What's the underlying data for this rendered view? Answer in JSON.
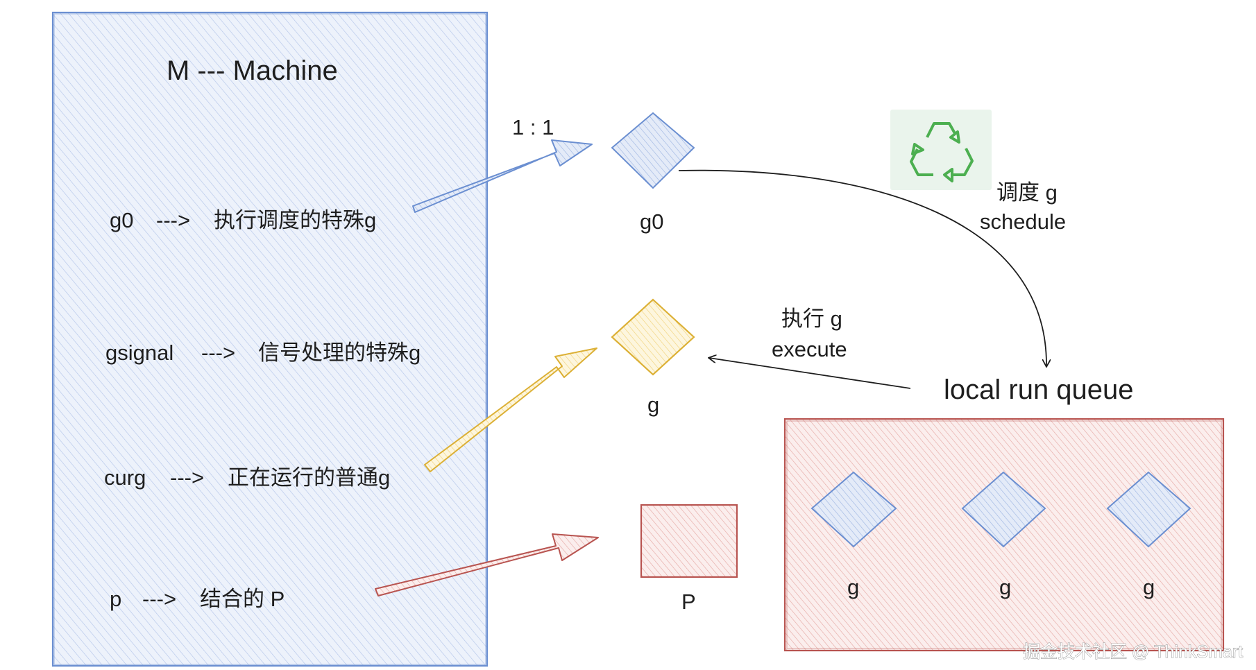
{
  "m_box": {
    "title": "M --- Machine",
    "fields": [
      {
        "name": "g0",
        "desc": "执行调度的特殊g"
      },
      {
        "name": "gsignal",
        "desc": "信号处理的特殊g"
      },
      {
        "name": "curg",
        "desc": "正在运行的普通g"
      },
      {
        "name": "p",
        "desc": "结合的 P"
      }
    ],
    "arrow_text": "--->"
  },
  "ratio_label": "1 : 1",
  "g0_label": "g0",
  "g_label": "g",
  "p_label": "P",
  "schedule": {
    "zh": "调度 g",
    "en": "schedule"
  },
  "execute": {
    "zh": "执行 g",
    "en": "execute"
  },
  "queue": {
    "title": "local run queue",
    "items": [
      "g",
      "g",
      "g"
    ]
  },
  "recycle_icon": "recycle-icon",
  "watermark": "掘金技术社区 @ ThinkSmart",
  "colors": {
    "blue": "#6b8fd1",
    "blue_fill": "#dbe4f4",
    "yellow": "#dcb035",
    "yellow_fill": "#fdf0c8",
    "red": "#b85450",
    "red_fill": "#f7d7d5",
    "recycle": "#4caf50",
    "recycle_bg": "#eaf4ec"
  }
}
